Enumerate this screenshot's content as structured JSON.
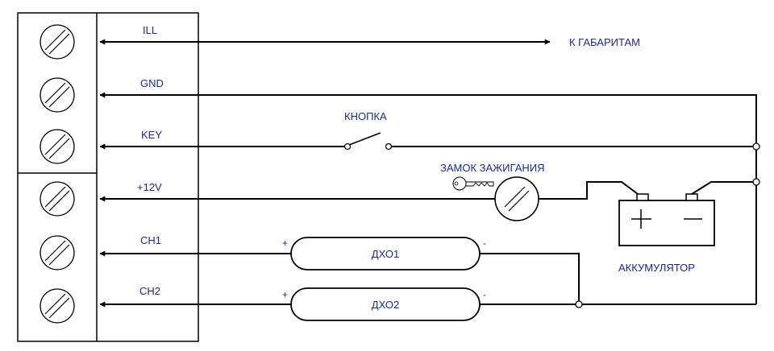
{
  "terminals": {
    "ill": "ILL",
    "gnd": "GND",
    "key": "KEY",
    "p12v": "+12V",
    "ch1": "CH1",
    "ch2": "CH2"
  },
  "labels": {
    "to_markers": "К ГАБАРИТАМ",
    "button": "КНОПКА",
    "ignition": "ЗАМОК ЗАЖИГАНИЯ",
    "battery": "АККУМУЛЯТОР",
    "drl1": "ДХО1",
    "drl2": "ДХО2",
    "plus": "+",
    "minus": "-",
    "bat_plus": "+",
    "bat_minus": "−"
  },
  "colors": {
    "label_text": "#1a2a8a",
    "wire": "#000000"
  }
}
